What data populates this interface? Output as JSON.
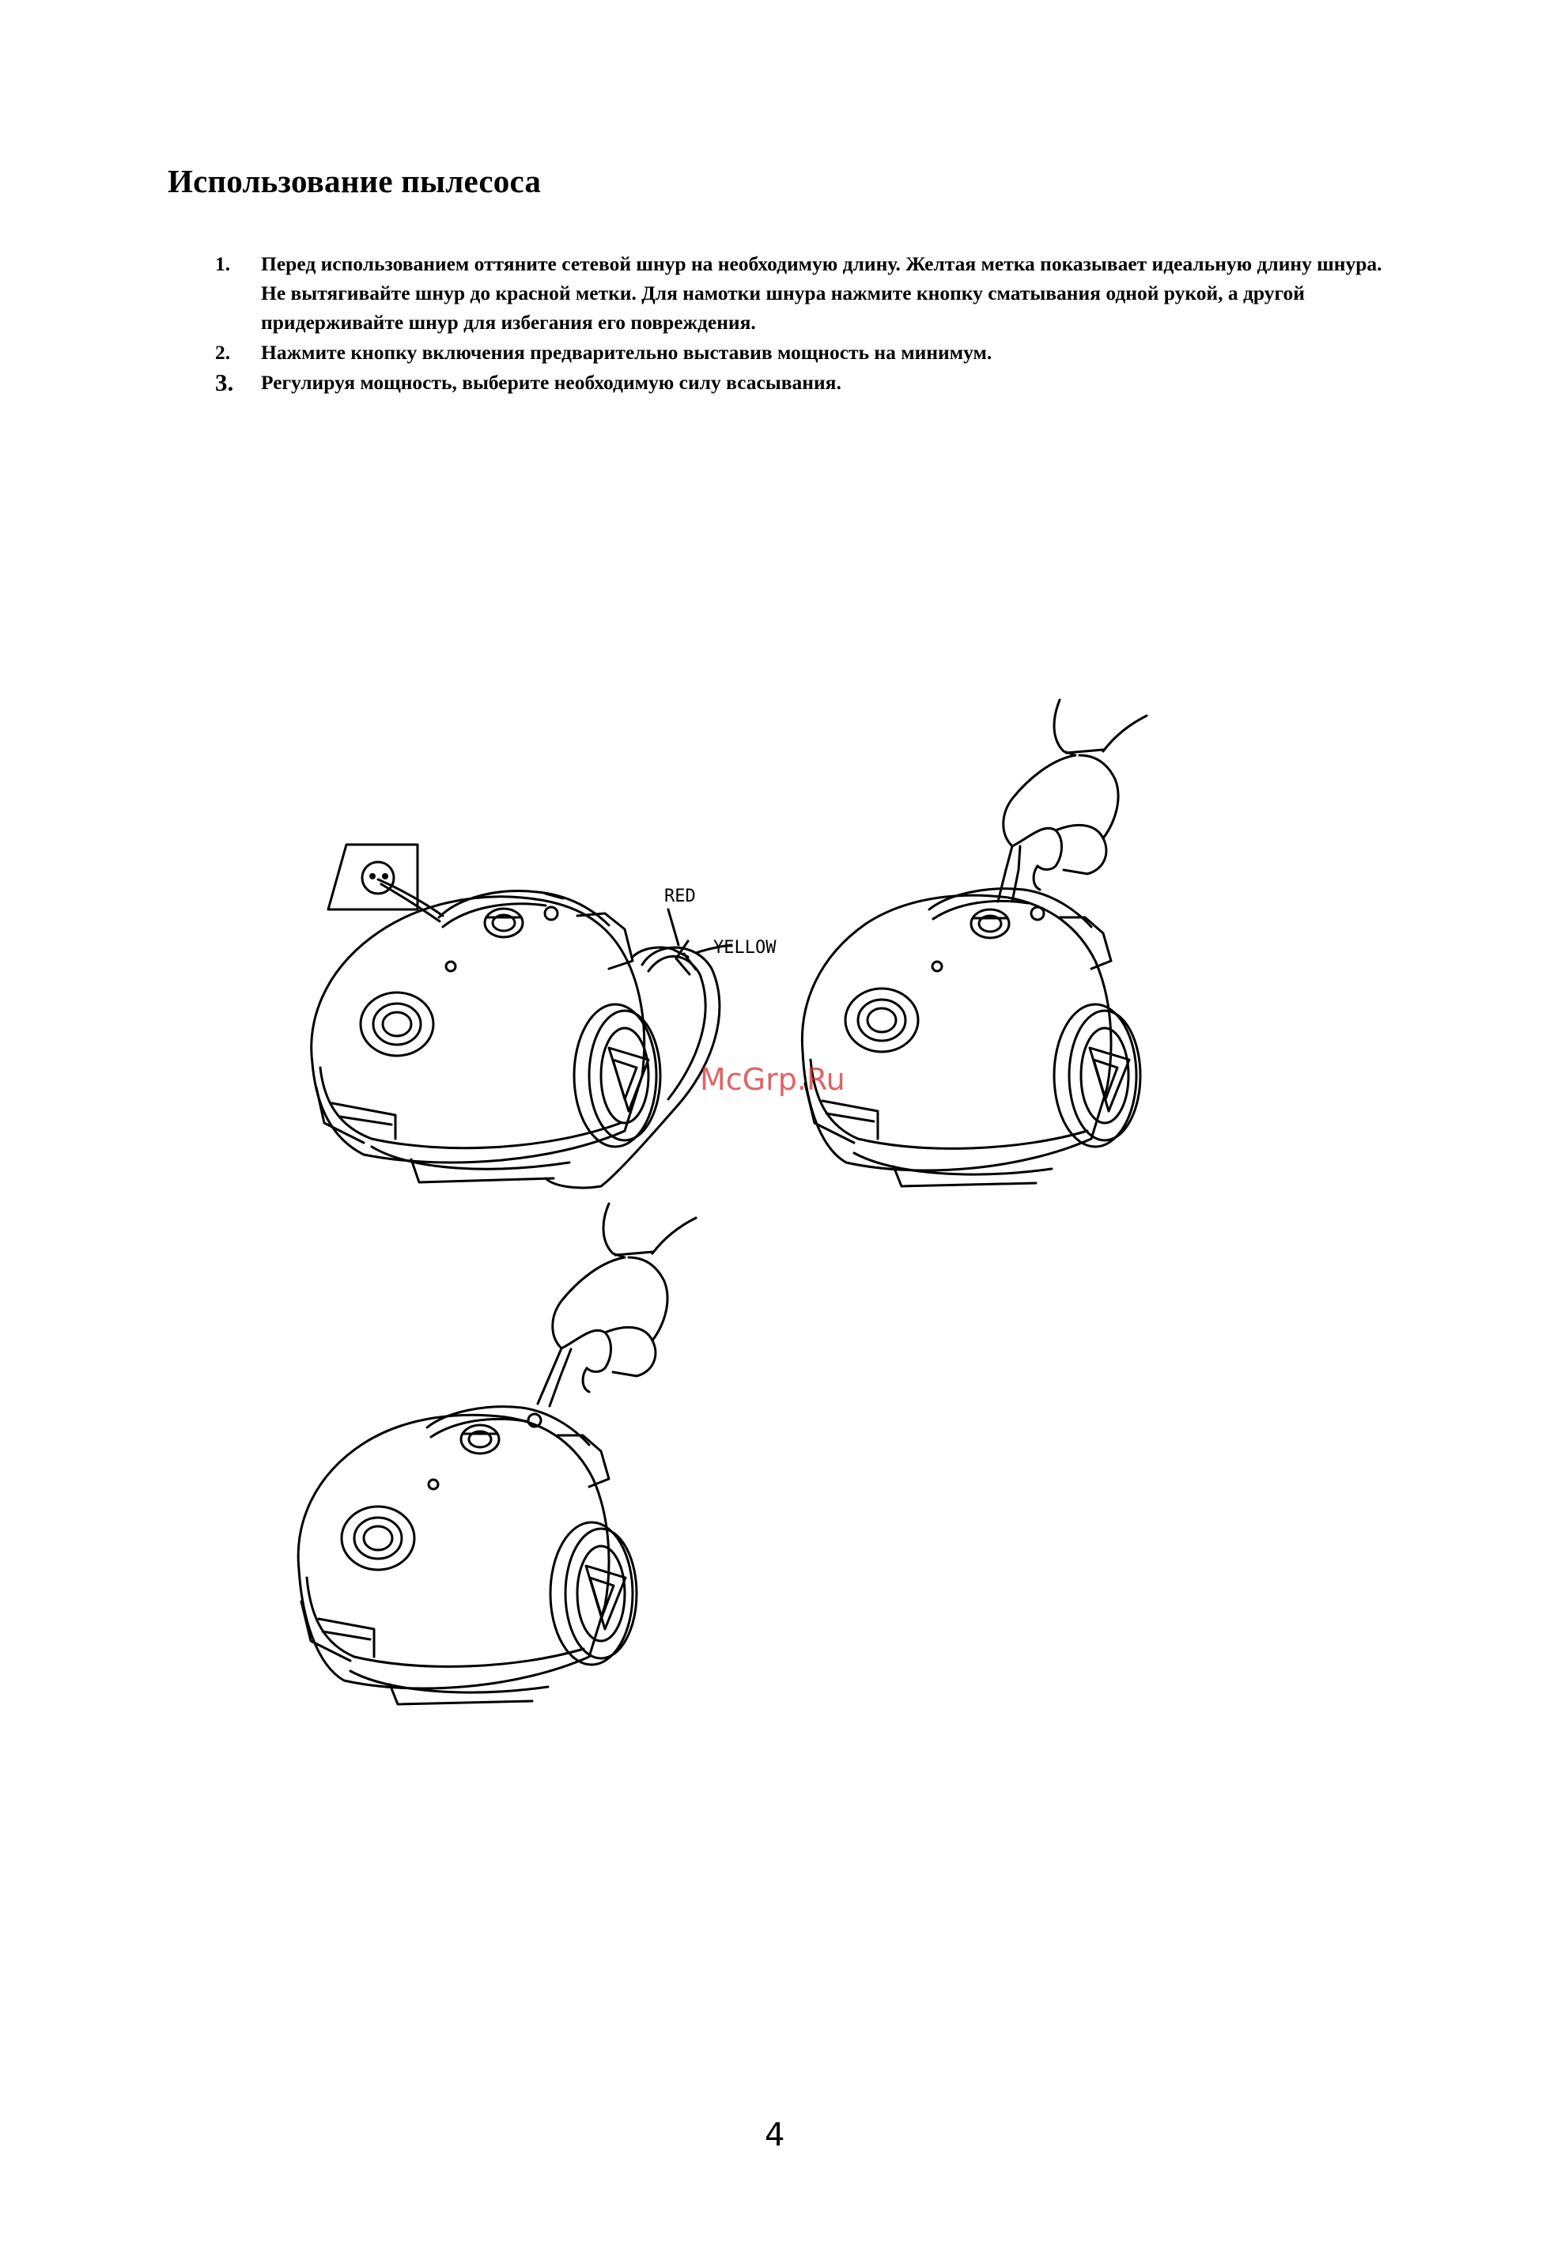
{
  "title": "Использование пылесоса",
  "steps": [
    {
      "num": "1.",
      "text": "Перед использованием оттяните сетевой шнур на необходимую длину. Желтая метка показывает идеальную длину шнура.  Не вытягивайте шнур до красной метки. Для намотки шнура нажмите кнопку сматывания одной рукой, а другой придерживайте шнур для избегания его повреждения."
    },
    {
      "num": "2.",
      "text": "Нажмите кнопку включения предварительно выставив мощность на минимум."
    },
    {
      "num": "3.",
      "text": "Регулируя мощность, выберите необходимую силу всасывания."
    }
  ],
  "figure": {
    "label_red": "RED",
    "label_yellow": "YELLOW"
  },
  "watermark": "McGrp.Ru",
  "page_number": "4",
  "colors": {
    "watermark": "#d23232",
    "ink": "#000000"
  }
}
